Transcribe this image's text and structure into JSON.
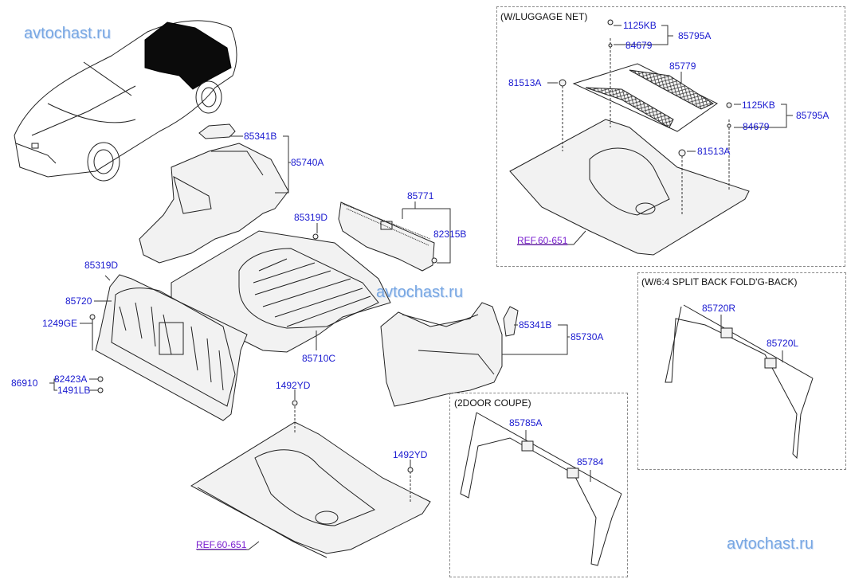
{
  "watermarks": [
    "avtochast.ru",
    "avtochast.ru",
    "avtochast.ru"
  ],
  "insets": {
    "luggage_net": {
      "title": "(W/LUGGAGE NET)"
    },
    "split_back": {
      "title": "(W/6:4 SPLIT BACK FOLD'G-BACK)"
    },
    "coupe": {
      "title": "(2DOOR COUPE)"
    }
  },
  "labels": {
    "p85341B_top": "85341B",
    "p85740A": "85740A",
    "p85319D_mid": "85319D",
    "p85771": "85771",
    "p82315B": "82315B",
    "p85319D_left": "85319D",
    "p85720": "85720",
    "p1249GE": "1249GE",
    "p86910": "86910",
    "p82423A": "82423A",
    "p1491LB": "1491LB",
    "p85710C": "85710C",
    "p85341B_right": "85341B",
    "p85730A": "85730A",
    "p1492YD_a": "1492YD",
    "p1492YD_b": "1492YD",
    "ref_main": "REF.60-651",
    "net_1125KB_a": "1125KB",
    "net_85795A_a": "85795A",
    "net_84679_a": "84679",
    "net_85779": "85779",
    "net_81513A_a": "81513A",
    "net_1125KB_b": "1125KB",
    "net_85795A_b": "85795A",
    "net_84679_b": "84679",
    "net_81513A_b": "81513A",
    "ref_net": "REF.60-651",
    "split_85720R": "85720R",
    "split_85720L": "85720L",
    "coupe_85785A": "85785A",
    "coupe_85784": "85784"
  }
}
